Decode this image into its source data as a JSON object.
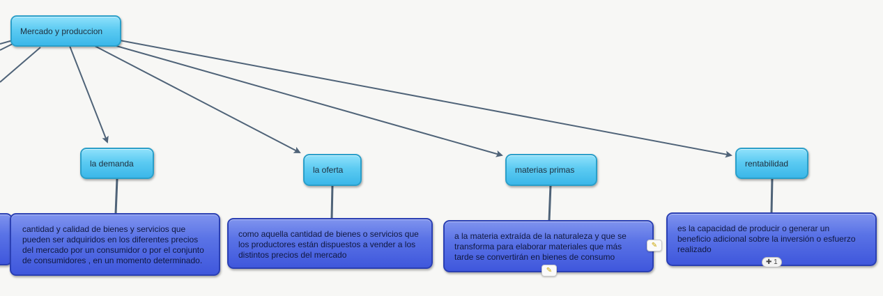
{
  "root": {
    "label": "Mercado y produccion"
  },
  "concepts": [
    {
      "label": "la demanda"
    },
    {
      "label": "la oferta"
    },
    {
      "label": "materias primas"
    },
    {
      "label": "rentabilidad"
    }
  ],
  "descriptions": [
    {
      "text": " cantidad y calidad de bienes y servicios que\npueden ser adquiridos en los diferentes precios\ndel mercado por un consumidor o por el conjunto\nde consumidores , en un momento determinado."
    },
    {
      "text": "como aquella cantidad de bienes o servicios que\nlos productores están dispuestos a vender a los\ndistintos precios del mercado"
    },
    {
      "text": "a la materia extraída de la naturaleza y que se\ntransforma para elaborar materiales que más\ntarde se convertirán en bienes de consumo"
    },
    {
      "text": "es la capacidad de producir o generar un\nbeneficio adicional sobre la inversión o esfuerzo\nrealizado"
    }
  ],
  "icons": {
    "note": "sticky-note-icon",
    "expand": "plus-icon"
  },
  "expand_badge": {
    "symbol": "✚",
    "count": "1"
  },
  "colors": {
    "concept_fill": "#5ccbf2",
    "description_fill": "#4a62e0",
    "link": "#4f6378",
    "background": "#f7f7f5"
  }
}
